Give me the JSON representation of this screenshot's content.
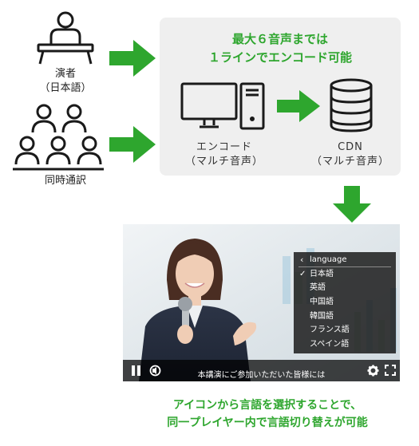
{
  "left": {
    "speaker_label_line1": "演者",
    "speaker_label_line2": "（日本語）",
    "interpreter_label": "同時通訳"
  },
  "panel": {
    "title_line1": "最大６音声までは",
    "title_line2": "１ラインでエンコード可能",
    "encode_label_line1": "エンコード",
    "encode_label_line2": "（マルチ音声）",
    "cdn_label_line1": "CDN",
    "cdn_label_line2": "（マルチ音声）"
  },
  "player": {
    "menu_title": "language",
    "checkmark": "✓",
    "menu_items": [
      "日本語",
      "英語",
      "中国語",
      "韓国語",
      "フランス語",
      "スペイン語"
    ],
    "selected_index": 0,
    "caption": "本講演にご参加いただいた皆様には"
  },
  "footer": {
    "line1": "アイコンから言語を選択することで、",
    "line2": "同一プレイヤー内で言語切り替えが可能"
  },
  "colors": {
    "accent_green": "#2ea62e",
    "panel_bg": "#efefef",
    "icon_dark": "#1a1a1a"
  },
  "icons": [
    "speaker-at-podium-icon",
    "audience-icon",
    "monitor-icon",
    "pc-tower-icon",
    "database-server-icon",
    "play-pause-icon",
    "volume-icon",
    "settings-gear-icon",
    "fullscreen-icon"
  ]
}
